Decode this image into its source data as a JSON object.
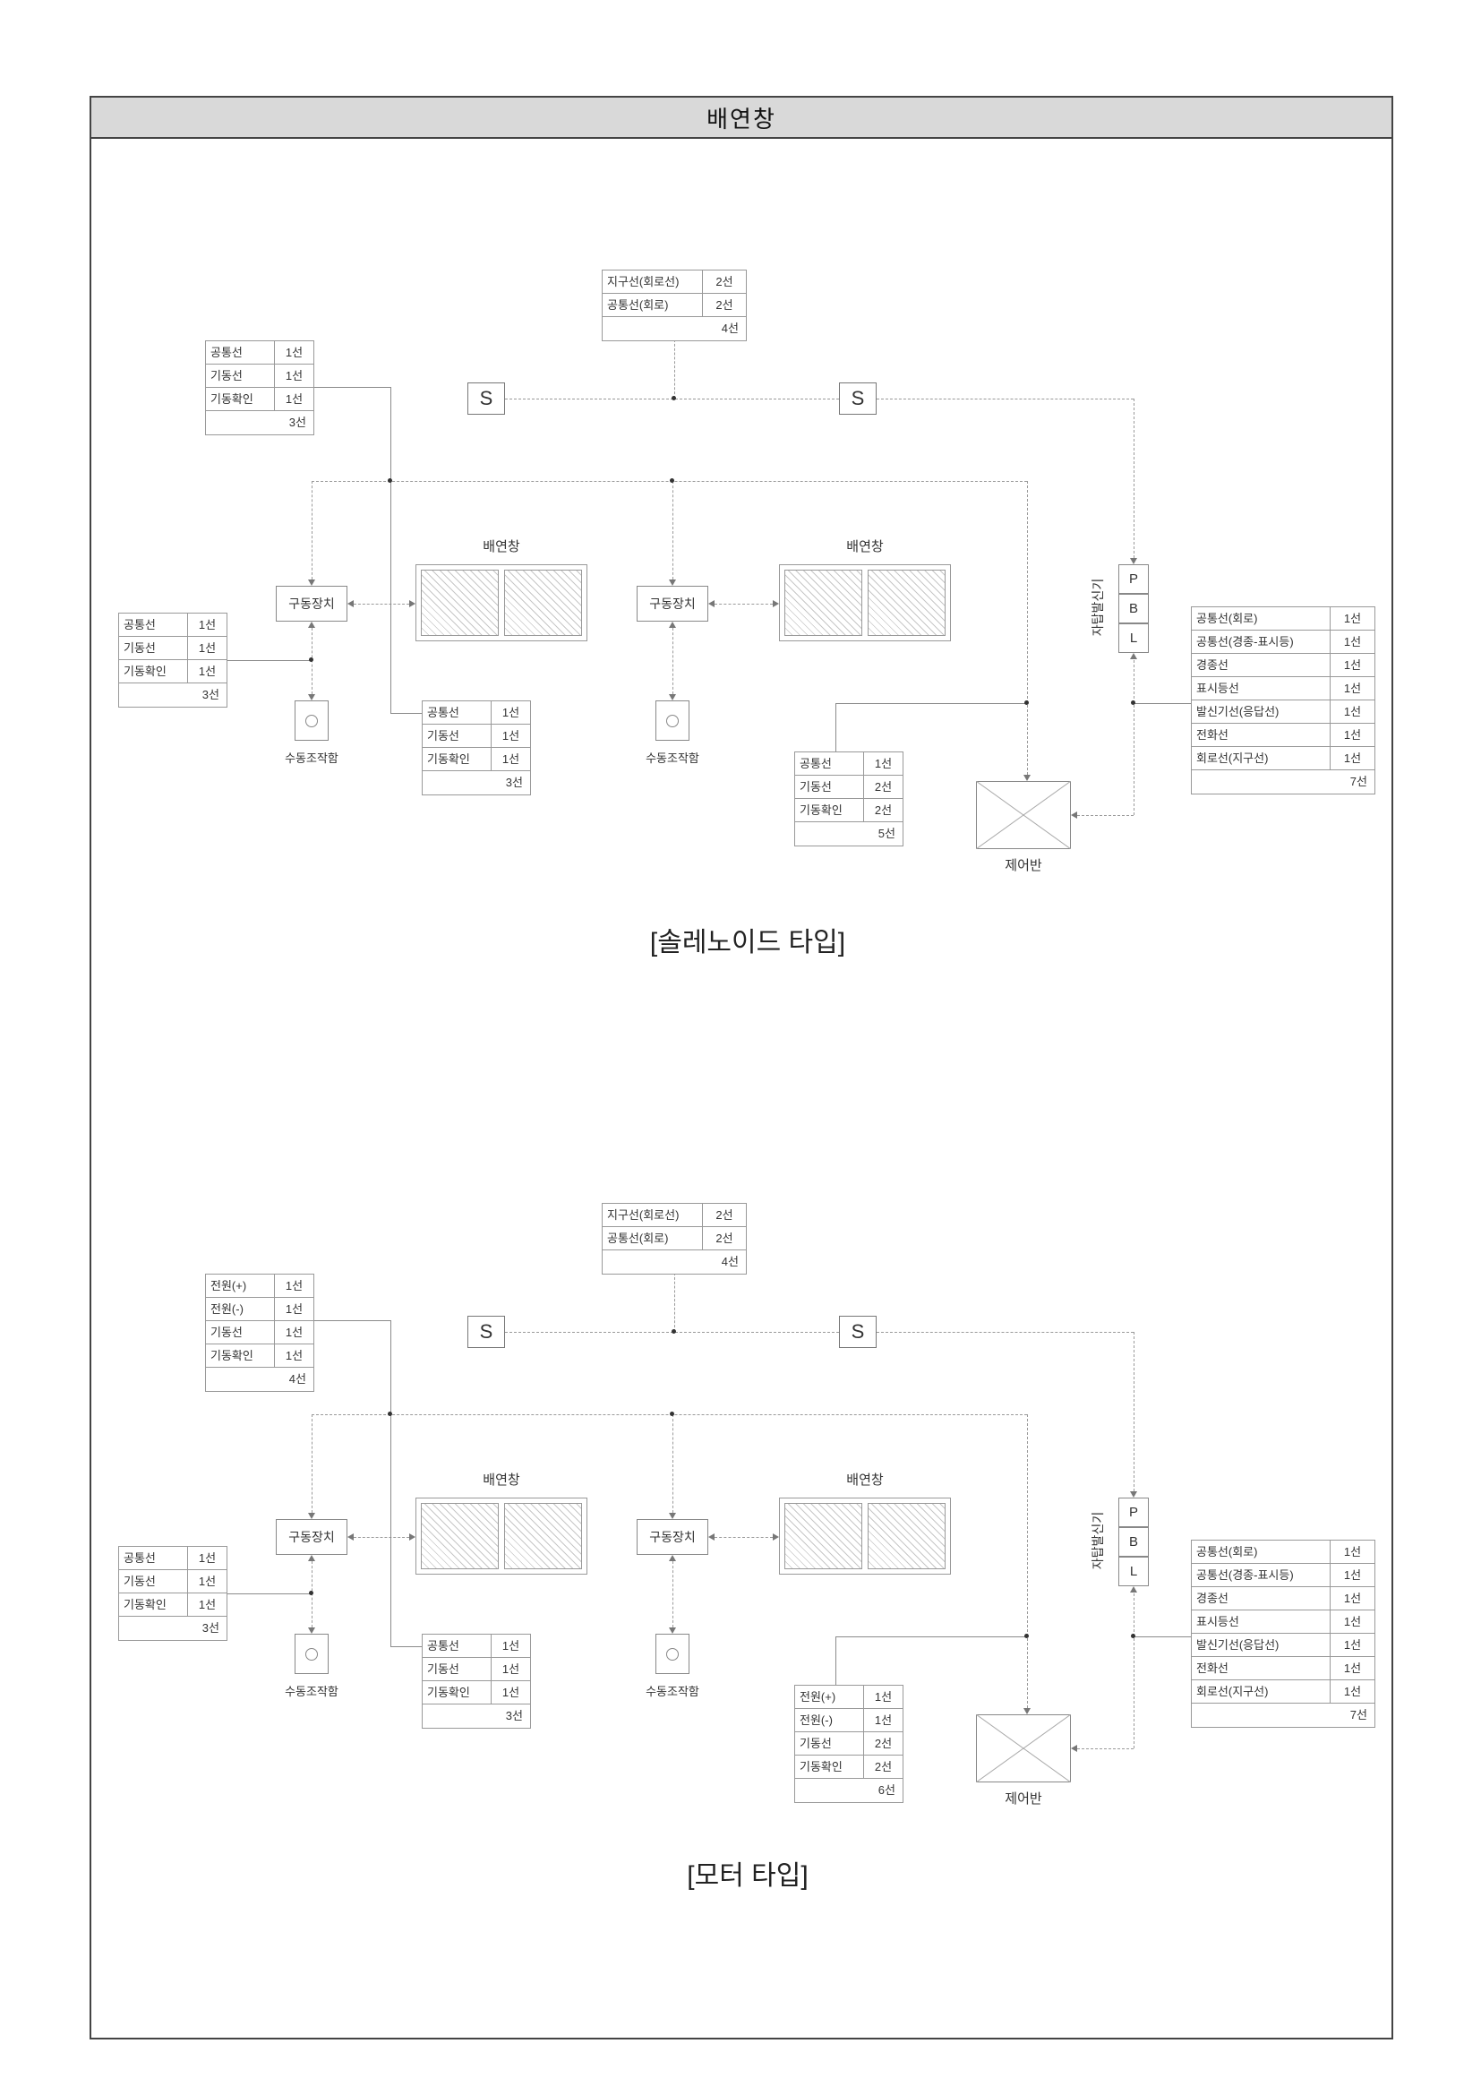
{
  "page": {
    "title": "배연창"
  },
  "labels": {
    "detector": "S",
    "window": "배연창",
    "drive": "구동장치",
    "manual_box": "수동조작함",
    "control_panel": "제어반",
    "transmitter": "자탑발신기",
    "p": "P",
    "b": "B",
    "l": "L"
  },
  "diagrams": {
    "solenoid": {
      "caption": "[솔레노이드 타입]",
      "top_table": {
        "rows": [
          [
            "지구선(회로선)",
            "2선"
          ],
          [
            "공통선(회로)",
            "2선"
          ]
        ],
        "total": "4선"
      },
      "top_left_table": {
        "rows": [
          [
            "공통선",
            "1선"
          ],
          [
            "기동선",
            "1선"
          ],
          [
            "기동확인",
            "1선"
          ]
        ],
        "total": "3선"
      },
      "left_table": {
        "rows": [
          [
            "공통선",
            "1선"
          ],
          [
            "기동선",
            "1선"
          ],
          [
            "기동확인",
            "1선"
          ]
        ],
        "total": "3선"
      },
      "middle_table": {
        "rows": [
          [
            "공통선",
            "1선"
          ],
          [
            "기동선",
            "1선"
          ],
          [
            "기동확인",
            "1선"
          ]
        ],
        "total": "3선"
      },
      "control_table": {
        "rows": [
          [
            "공통선",
            "1선"
          ],
          [
            "기동선",
            "2선"
          ],
          [
            "기동확인",
            "2선"
          ]
        ],
        "total": "5선"
      },
      "transmitter_table": {
        "rows": [
          [
            "공통선(회로)",
            "1선"
          ],
          [
            "공통선(경종-표시등)",
            "1선"
          ],
          [
            "경종선",
            "1선"
          ],
          [
            "표시등선",
            "1선"
          ],
          [
            "발신기선(응답선)",
            "1선"
          ],
          [
            "전화선",
            "1선"
          ],
          [
            "회로선(지구선)",
            "1선"
          ]
        ],
        "total": "7선"
      }
    },
    "motor": {
      "caption": "[모터 타입]",
      "top_table": {
        "rows": [
          [
            "지구선(회로선)",
            "2선"
          ],
          [
            "공통선(회로)",
            "2선"
          ]
        ],
        "total": "4선"
      },
      "top_left_table": {
        "rows": [
          [
            "전원(+)",
            "1선"
          ],
          [
            "전원(-)",
            "1선"
          ],
          [
            "기동선",
            "1선"
          ],
          [
            "기동확인",
            "1선"
          ]
        ],
        "total": "4선"
      },
      "left_table": {
        "rows": [
          [
            "공통선",
            "1선"
          ],
          [
            "기동선",
            "1선"
          ],
          [
            "기동확인",
            "1선"
          ]
        ],
        "total": "3선"
      },
      "middle_table": {
        "rows": [
          [
            "공통선",
            "1선"
          ],
          [
            "기동선",
            "1선"
          ],
          [
            "기동확인",
            "1선"
          ]
        ],
        "total": "3선"
      },
      "control_table": {
        "rows": [
          [
            "전원(+)",
            "1선"
          ],
          [
            "전원(-)",
            "1선"
          ],
          [
            "기동선",
            "2선"
          ],
          [
            "기동확인",
            "2선"
          ]
        ],
        "total": "6선"
      },
      "transmitter_table": {
        "rows": [
          [
            "공통선(회로)",
            "1선"
          ],
          [
            "공통선(경종-표시등)",
            "1선"
          ],
          [
            "경종선",
            "1선"
          ],
          [
            "표시등선",
            "1선"
          ],
          [
            "발신기선(응답선)",
            "1선"
          ],
          [
            "전화선",
            "1선"
          ],
          [
            "회로선(지구선)",
            "1선"
          ]
        ],
        "total": "7선"
      }
    }
  }
}
